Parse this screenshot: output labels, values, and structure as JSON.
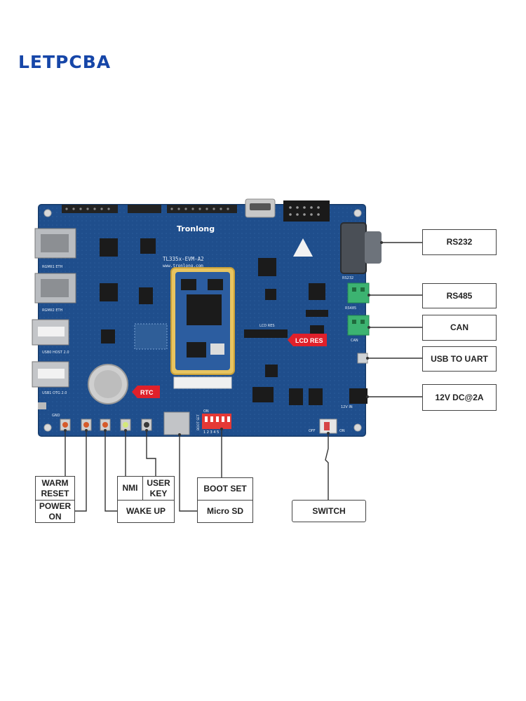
{
  "brand": {
    "logo_text": "LETPCBA",
    "color": "#1646a8"
  },
  "board": {
    "vendor": "Tronlong",
    "model": "TL335x-EVM-A2",
    "url": "www.tronlong.com",
    "silk": {
      "eth1": "RGMII1 ETH",
      "eth2": "RGMII2 ETH",
      "usb0": "USB0 HOST 2.0",
      "usb1": "USB1 OTG 2.0",
      "lcd_res": "LCD RES",
      "rs232": "RS232",
      "rs485": "RS485",
      "can": "CAN",
      "dc": "12V IN",
      "switch_on": "ON",
      "switch_off": "OFF",
      "boot": "BOOT SET",
      "dip_on": "ON",
      "dip_nums": "1 2 3 4 5",
      "gnd": "GND"
    },
    "callouts": {
      "rtc": "RTC",
      "lcd_res": "LCD RES"
    },
    "colors": {
      "pcb": "#1f4f8c",
      "callout": "#e0202a",
      "terminal": "#3cb371",
      "dip": "#e53935"
    }
  },
  "labels": {
    "rs232": "RS232",
    "rs485": "RS485",
    "can": "CAN",
    "usb_to_uart": "USB TO UART",
    "dc": "12V DC@2A",
    "warm_reset": "WARM RESET",
    "power_on": "POWER ON",
    "nmi": "NMI",
    "user_key": "USER KEY",
    "wake_up": "WAKE UP",
    "boot_set": "BOOT SET",
    "micro_sd": "Micro SD",
    "switch": "SWITCH"
  }
}
